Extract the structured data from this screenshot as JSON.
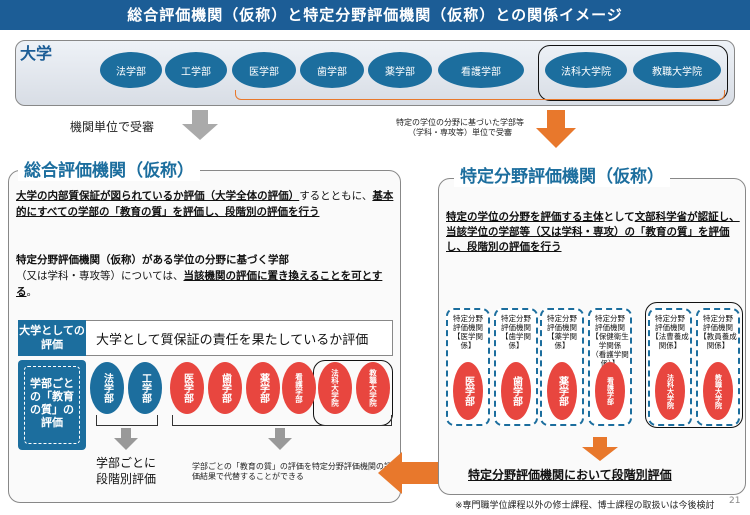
{
  "banner": "総合評価機関（仮称）と特定分野評価機関（仮称）との関係イメージ",
  "university": {
    "title": "大学",
    "faculties": [
      "法学部",
      "工学部",
      "医学部",
      "歯学部",
      "薬学部",
      "看護学部",
      "法科大学院",
      "教職大学院"
    ]
  },
  "arrows": {
    "left_label": "機関単位で受審",
    "right_label": "特定の学位の分野に基づいた学部等\n（学科・専攻等）単位で受審"
  },
  "left_panel": {
    "title": "総合評価機関（仮称）",
    "para1_a": "大学の内部質保証が図られているか評価（大学全体の評価）",
    "para1_b": "するとともに、",
    "para1_c": "基本的にすべての学部の「教育の質」を評価し、段階別の評価を行う",
    "para2_a": "特定分野評価機関（仮称）がある学位の分野に基づく学部",
    "para2_b": "（又は学科・専攻等）については、",
    "para2_c": "当該機関の評価に置き換えることを可とする",
    "para2_d": "。",
    "uni_eval_label": "大学としての評価",
    "uni_eval_text": "大学として質保証の責任を果たしているか評価",
    "dept_eval_label": "学部ごとの「教育の質」の評価",
    "blue_faculties": [
      "法学部",
      "工学部"
    ],
    "red_faculties": [
      "医学部",
      "歯学部",
      "薬学部",
      "看護学部",
      "法科大学院",
      "教職大学院"
    ],
    "bottom_left": "学部ごとに\n段階別評価",
    "bottom_right": "学部ごとの「教育の質」の評価を特定分野評価機関の評価結果で代替することができる"
  },
  "right_panel": {
    "title": "特定分野評価機関（仮称）",
    "text_a": "特定の学位の分野を評価する主体",
    "text_b": "として",
    "text_c": "文部科学省が認証し、当該学位の学部等（又は学科・専攻）の「教育の質」を評価し、段階別の評価を行う",
    "agencies": [
      {
        "label": "特定分野\n評価機関\n【医学関係】",
        "faculty": "医学部"
      },
      {
        "label": "特定分野\n評価機関\n【歯学関係】",
        "faculty": "歯学部"
      },
      {
        "label": "特定分野\n評価機関\n【薬学関係】",
        "faculty": "薬学部"
      },
      {
        "label": "特定分野\n評価機関\n【保健衛生学関係\n（看護学関係）】",
        "faculty": "看護学部"
      },
      {
        "label": "特定分野\n評価機関\n【法曹養成\n関係】",
        "faculty": "法科大学院"
      },
      {
        "label": "特定分野\n評価機関\n【教員養成\n関係】",
        "faculty": "教職大学院"
      }
    ],
    "bottom": "特定分野評価機関において段階別評価"
  },
  "footnote": "※専門職学位課程以外の修士課程、博士課程の取扱いは今後検討",
  "page_number": "21",
  "colors": {
    "navy": "#1c5d96",
    "blue": "#1c6e9e",
    "red": "#e8463f",
    "orange": "#e8782c",
    "gray": "#aaaaaa"
  }
}
